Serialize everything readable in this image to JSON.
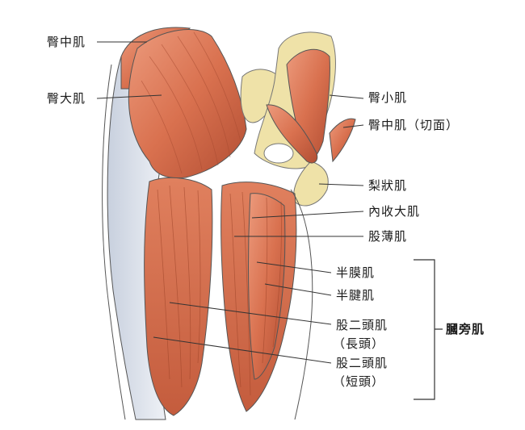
{
  "labels": {
    "gluteus_medius": "臀中肌",
    "gluteus_maximus": "臀大肌",
    "gluteus_minimus": "臀小肌",
    "gluteus_medius_cut": "臀中肌（切面）",
    "piriformis": "梨狀肌",
    "adductor_magnus": "內收大肌",
    "gracilis": "股薄肌",
    "semimembranosus": "半膜肌",
    "semitendinosus": "半腱肌",
    "biceps_long_1": "股二頭肌",
    "biceps_long_2": "（長頭）",
    "biceps_short_1": "股二頭肌",
    "biceps_short_2": "（短頭）",
    "hamstrings": "膕旁肌"
  },
  "colors": {
    "muscle": "#d9714f",
    "muscle_dark": "#b24e33",
    "muscle_light": "#ec9a7c",
    "bone": "#efe2a8",
    "fascia": "#dfe4ee",
    "line": "#333333"
  }
}
